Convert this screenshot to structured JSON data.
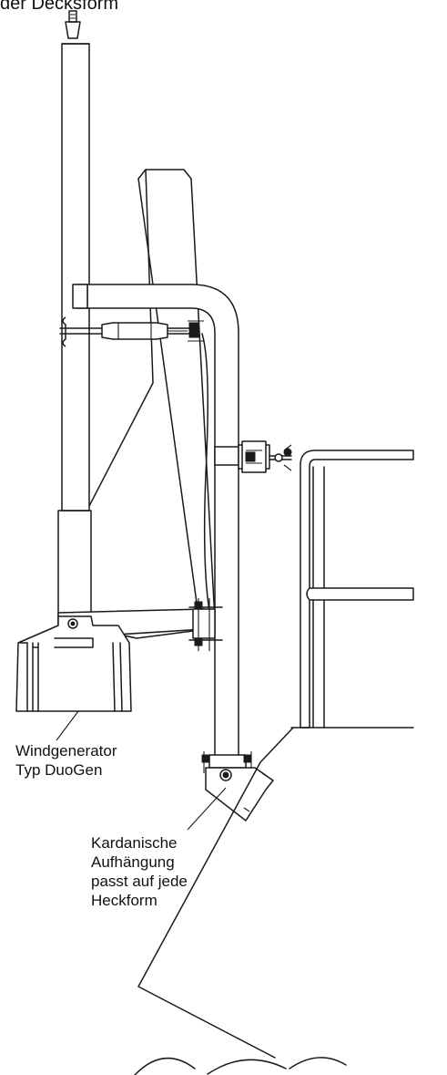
{
  "labels": {
    "top_caption": "der Decksform",
    "generator_line1": "Windgenerator",
    "generator_line2": "Typ DuoGen",
    "mount_line1": "Kardanische",
    "mount_line2": "Aufhängung",
    "mount_line3": "passt auf jede",
    "mount_line4": "Heckform"
  }
}
